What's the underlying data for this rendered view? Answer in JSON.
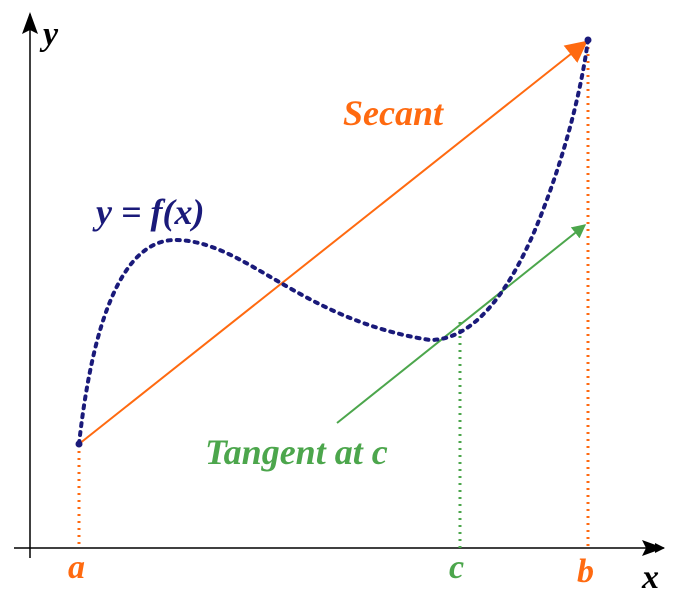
{
  "axes": {
    "x_label": "x",
    "y_label": "y"
  },
  "curve": {
    "label": "y = f(x)",
    "color": "#1a1a7a"
  },
  "secant": {
    "label": "Secant",
    "color": "#ff6a10"
  },
  "tangent": {
    "label": "Tangent at c",
    "color": "#4ca64c"
  },
  "points": {
    "a": "a",
    "b": "b",
    "c": "c"
  },
  "colors": {
    "axis": "#000000",
    "curve": "#1a1a7a",
    "secant": "#ff6a10",
    "tangent": "#4ca64c"
  }
}
